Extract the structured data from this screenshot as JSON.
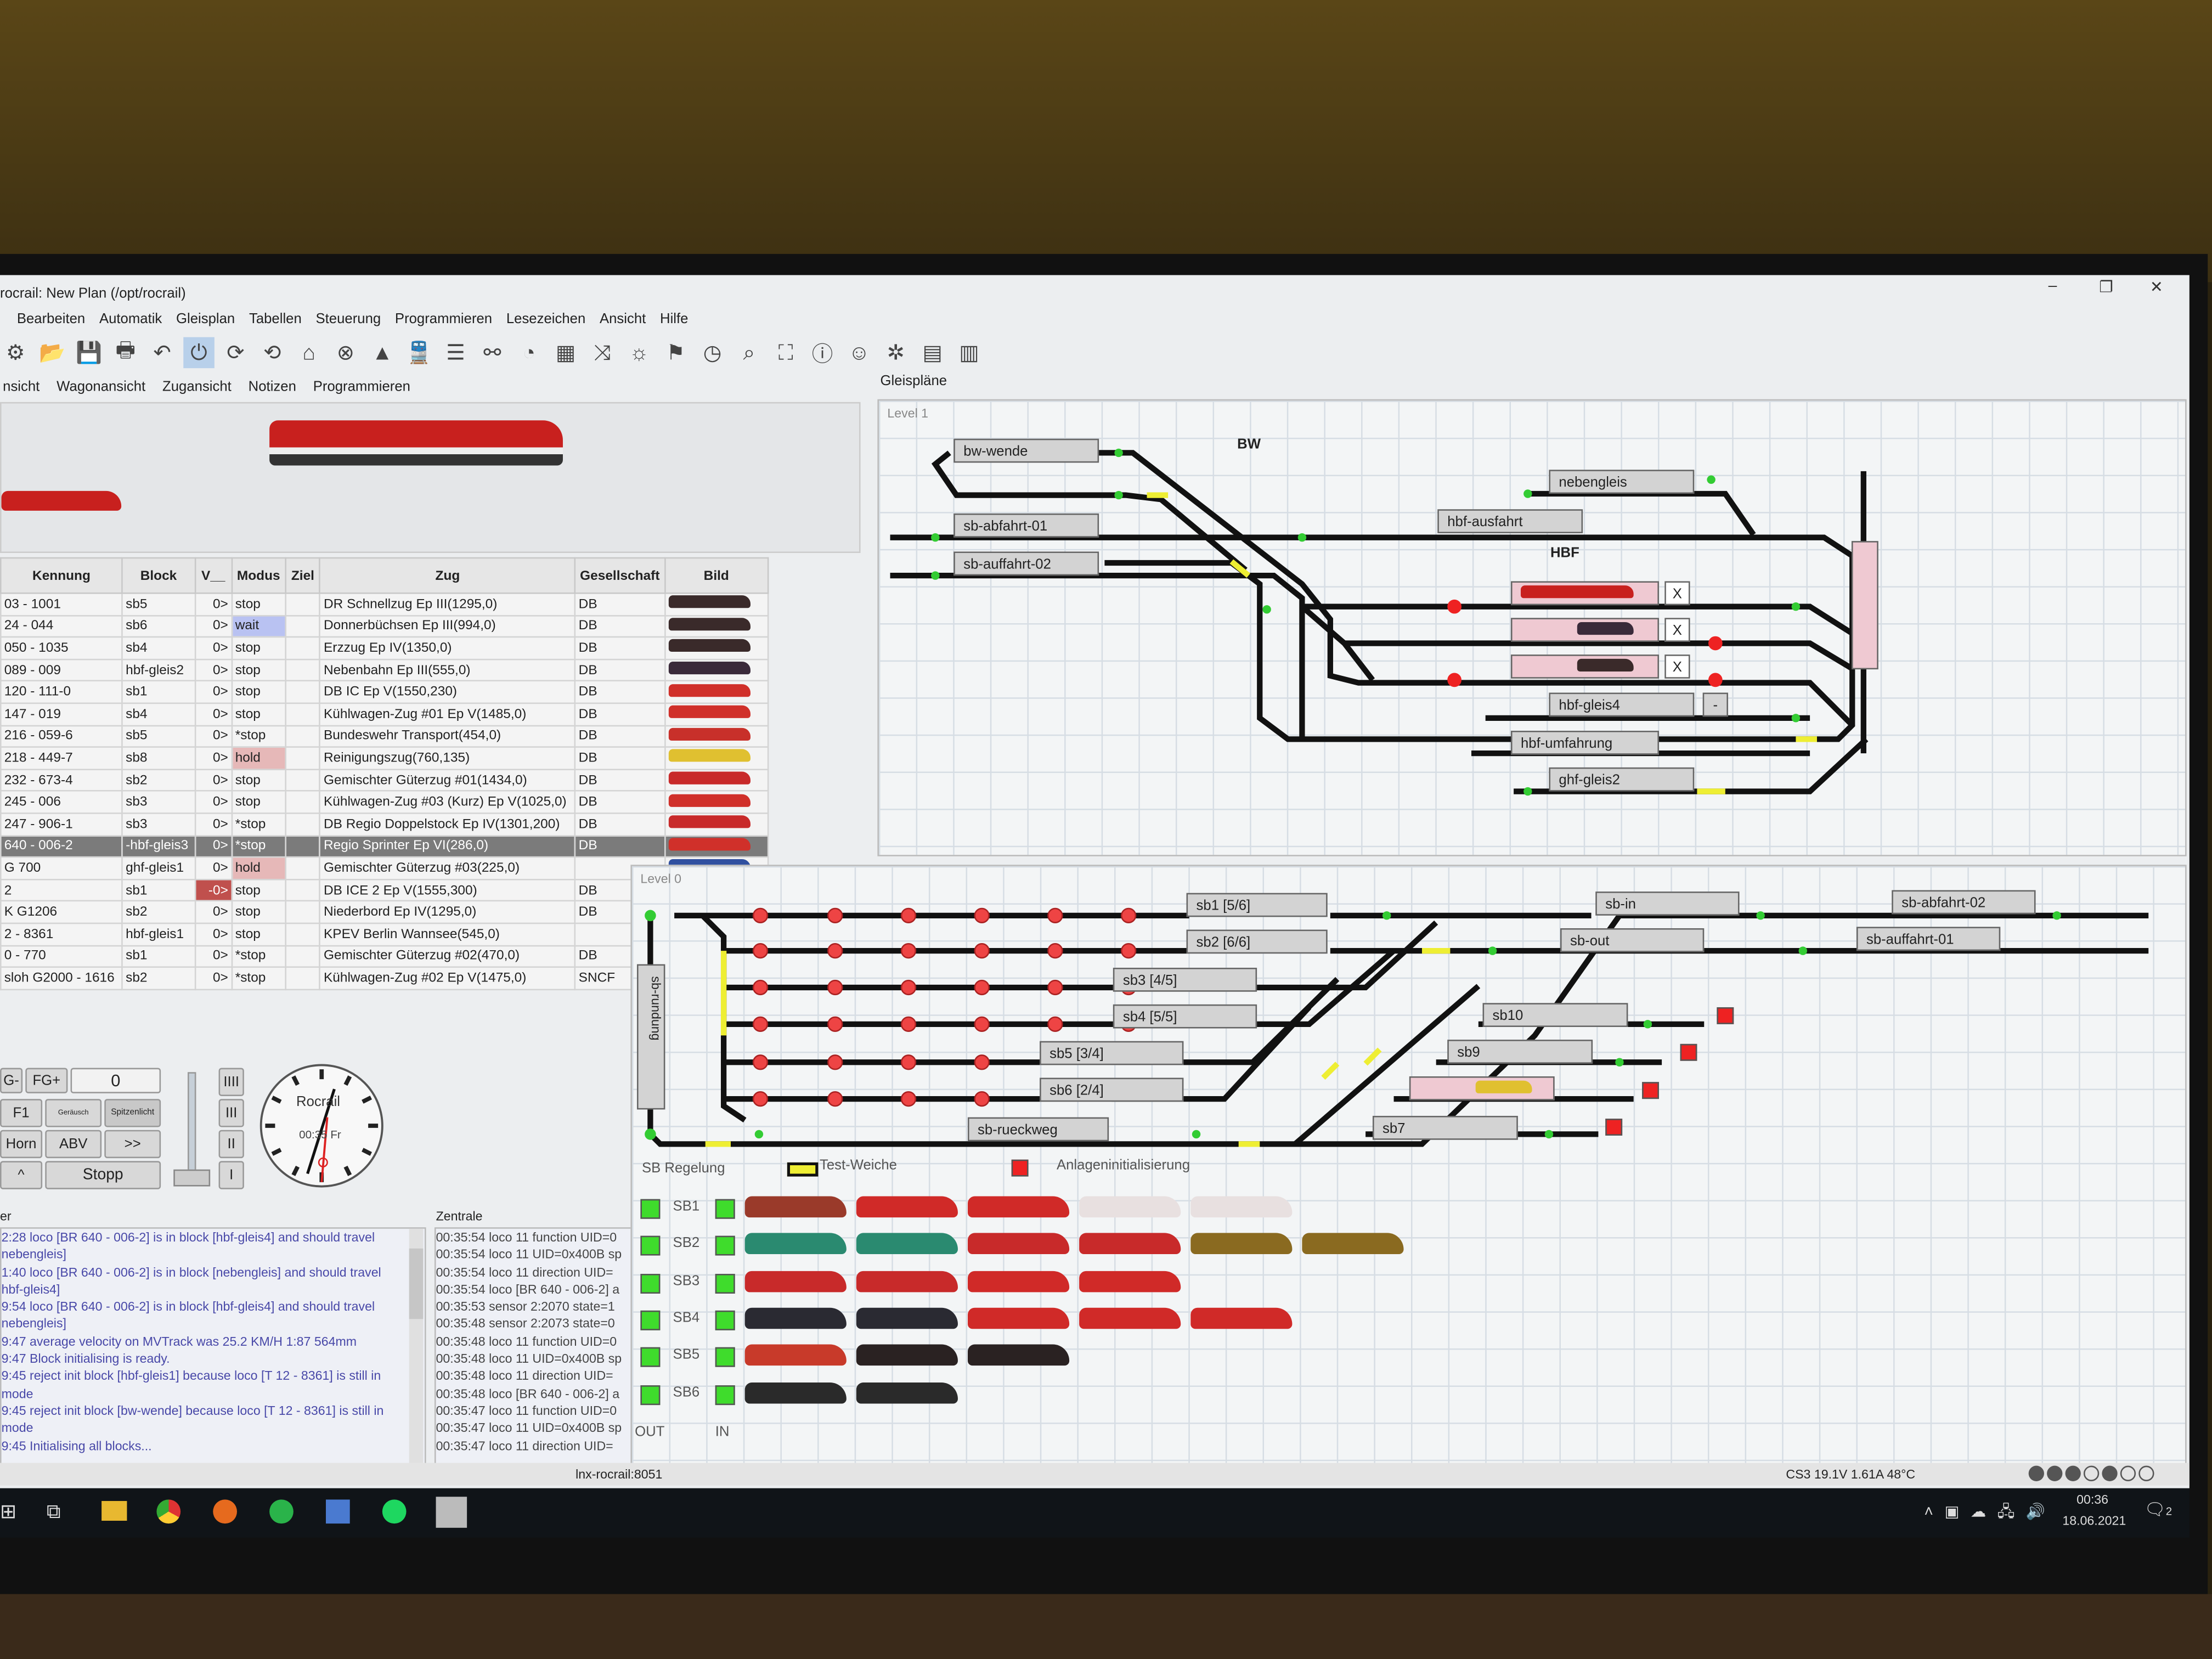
{
  "window": {
    "title": "rocrail: New Plan (/opt/rocrail)",
    "minimize": "–",
    "restore": "❐",
    "close": "✕"
  },
  "menu": [
    "Bearbeiten",
    "Automatik",
    "Gleisplan",
    "Tabellen",
    "Steuerung",
    "Programmieren",
    "Lesezeichen",
    "Ansicht",
    "Hilfe"
  ],
  "toolbar": [
    {
      "icon": "gear-icon",
      "g": "⚙"
    },
    {
      "icon": "open-folder-icon",
      "g": "📂"
    },
    {
      "icon": "save-icon",
      "g": "💾"
    },
    {
      "icon": "print-icon",
      "g": "🖶"
    },
    {
      "icon": "undo-icon",
      "g": "↶"
    },
    {
      "icon": "power-icon",
      "g": "⏻"
    },
    {
      "icon": "rotate-cw-icon",
      "g": "⟳"
    },
    {
      "icon": "rotate-ccw-icon",
      "g": "⟲"
    },
    {
      "icon": "home-icon",
      "g": "⌂"
    },
    {
      "icon": "cancel-icon",
      "g": "⊗"
    },
    {
      "icon": "warning-icon",
      "g": "▲"
    },
    {
      "icon": "locomotive-icon",
      "g": "🚆"
    },
    {
      "icon": "list-icon",
      "g": "☰"
    },
    {
      "icon": "link-icon",
      "g": "⚯"
    },
    {
      "icon": "speedometer-icon",
      "g": "◔"
    },
    {
      "icon": "grid-icon",
      "g": "▦"
    },
    {
      "icon": "shuffle-icon",
      "g": "⤨"
    },
    {
      "icon": "light-icon",
      "g": "☼"
    },
    {
      "icon": "flag-icon",
      "g": "⚑"
    },
    {
      "icon": "clock-icon",
      "g": "◷"
    },
    {
      "icon": "zoom-icon",
      "g": "⌕"
    },
    {
      "icon": "fullscreen-icon",
      "g": "⛶"
    },
    {
      "icon": "info-icon",
      "g": "ⓘ"
    },
    {
      "icon": "user-icon",
      "g": "☺"
    },
    {
      "icon": "bug-icon",
      "g": "✲"
    },
    {
      "icon": "document-icon",
      "g": "▤"
    },
    {
      "icon": "clipboard-icon",
      "g": "▥"
    }
  ],
  "tabs": [
    "nsicht",
    "Wagonansicht",
    "Zugansicht",
    "Notizen",
    "Programmieren"
  ],
  "plan_tab": "Gleispläne",
  "table": {
    "headers": [
      "Kennung",
      "Block",
      "V__",
      "Modus",
      "Ziel",
      "Zug",
      "Gesellschaft",
      "Bild"
    ],
    "rows": [
      [
        "03 - 1001",
        "sb5",
        "0>",
        "stop",
        "",
        "DR Schnellzug Ep III(1295,0)",
        "DB",
        "#3a2a2a"
      ],
      [
        "24 - 044",
        "sb6",
        "0>",
        "wait",
        "",
        "Donnerbüchsen Ep III(994,0)",
        "DB",
        "#3a2a2a"
      ],
      [
        "050 - 1035",
        "sb4",
        "0>",
        "stop",
        "",
        "Erzzug Ep IV(1350,0)",
        "DB",
        "#3a2a2a"
      ],
      [
        "089 - 009",
        "hbf-gleis2",
        "0>",
        "stop",
        "",
        "Nebenbahn Ep III(555,0)",
        "DB",
        "#3a2a3a"
      ],
      [
        "120 - 111-0",
        "sb1",
        "0>",
        "stop",
        "",
        "DB IC Ep V(1550,230)",
        "DB",
        "#d0302a"
      ],
      [
        "147 - 019",
        "sb4",
        "0>",
        "stop",
        "",
        "Kühlwagen-Zug #01 Ep V(1485,0)",
        "DB",
        "#d0302a"
      ],
      [
        "216 - 059-6",
        "sb5",
        "0>",
        "*stop",
        "",
        "Bundeswehr Transport(454,0)",
        "DB",
        "#c8302a"
      ],
      [
        "218 - 449-7",
        "sb8",
        "0>",
        "hold",
        "",
        "Reinigungszug(760,135)",
        "DB",
        "#e0c030"
      ],
      [
        "232 - 673-4",
        "sb2",
        "0>",
        "stop",
        "",
        "Gemischter Güterzug #01(1434,0)",
        "DB",
        "#c82a2a"
      ],
      [
        "245 - 006",
        "sb3",
        "0>",
        "stop",
        "",
        "Kühlwagen-Zug #03 (Kurz) Ep V(1025,0)",
        "DB",
        "#d0302a"
      ],
      [
        "247 - 906-1",
        "sb3",
        "0>",
        "*stop",
        "",
        "DB Regio Doppelstock Ep IV(1301,200)",
        "DB",
        "#c82a2a"
      ],
      [
        "640 - 006-2",
        "-hbf-gleis3",
        "0>",
        "*stop",
        "",
        "Regio Sprinter Ep VI(286,0)",
        "DB",
        "#d0302a"
      ],
      [
        "G 700",
        "ghf-gleis1",
        "0>",
        "hold",
        "",
        "Gemischter Güterzug #03(225,0)",
        "",
        "#3050a0"
      ],
      [
        "2",
        "sb1",
        "-0>",
        "stop",
        "",
        "DB ICE 2 Ep V(1555,300)",
        "DB",
        ""
      ],
      [
        "K G1206",
        "sb2",
        "0>",
        "stop",
        "",
        "Niederbord Ep IV(1295,0)",
        "DB",
        ""
      ],
      [
        "2 - 8361",
        "hbf-gleis1",
        "0>",
        "stop",
        "",
        "KPEV Berlin Wannsee(545,0)",
        "",
        ""
      ],
      [
        "0 - 770",
        "sb1",
        "0>",
        "*stop",
        "",
        "Gemischter Güterzug #02(470,0)",
        "DB",
        ""
      ],
      [
        "sloh G2000 - 1616",
        "sb2",
        "0>",
        "*stop",
        "",
        "Kühlwagen-Zug #02 Ep V(1475,0)",
        "SNCF",
        ""
      ]
    ]
  },
  "controls": {
    "fg_minus": "G-",
    "fg_plus": "FG+",
    "speed": "0",
    "f1": "F1",
    "geraeusch": "Geräusch",
    "spitzenlicht": "Spitzenlicht",
    "horn": "Horn",
    "abv": "ABV",
    "forward": ">>",
    "up": "^",
    "stop": "Stopp",
    "steps": [
      "IIII",
      "III",
      "II",
      "I"
    ],
    "clock_brand": "Rocrail",
    "clock_time": "00:35 Fr",
    "speed_value": 0
  },
  "log": {
    "title": "er",
    "lines": [
      "2:28 loco [BR 640 - 006-2] is in block [hbf-gleis4] and should travel",
      "nebengleis]",
      "1:40 loco [BR 640 - 006-2] is in block [nebengleis] and should travel",
      "hbf-gleis4]",
      "9:54 loco [BR 640 - 006-2] is in block [hbf-gleis4] and should travel",
      "nebengleis]",
      "9:47 average velocity on MVTrack was 25.2 KM/H 1:87 564mm",
      "9:47 Block initialising is ready.",
      "9:45 reject init block [hbf-gleis1] because loco [T 12 - 8361] is still in",
      "mode",
      "9:45 reject init block [bw-wende] because loco [T 12 - 8361] is still in",
      "mode",
      "9:45 Initialising all blocks..."
    ]
  },
  "zentrale": {
    "title": "Zentrale",
    "lines": [
      "00:35:54 loco 11 function UID=0",
      "00:35:54 loco 11 UID=0x400B sp",
      "00:35:54 loco 11 direction UID=",
      "00:35:54 loco [BR 640 - 006-2] a",
      "00:35:53 sensor 2:2070 state=1",
      "00:35:48 sensor 2:2073 state=0",
      "00:35:48 loco 11 function UID=0",
      "00:35:48 loco 11 UID=0x400B sp",
      "00:35:48 loco 11 direction UID=",
      "00:35:48 loco [BR 640 - 006-2] a",
      "00:35:47 loco 11 function UID=0",
      "00:35:47 loco 11 UID=0x400B sp",
      "00:35:47 loco 11 direction UID="
    ]
  },
  "level1": {
    "label": "Level 1",
    "bw": "BW",
    "hbf": "HBF",
    "blocks": {
      "bw_wende": "bw-wende",
      "sb_abfahrt_01": "sb-abfahrt-01",
      "sb_auffahrt_02": "sb-auffahrt-02",
      "nebengleis": "nebengleis",
      "hbf_ausfahrt": "hbf-ausfahrt",
      "hbf_gleis4": "hbf-gleis4",
      "hbf_umfahrung": "hbf-umfahrung",
      "ghf_gleis2": "ghf-gleis2",
      "x": "X",
      "dash": "-"
    }
  },
  "level0": {
    "label": "Level 0",
    "blocks": {
      "sb1": "sb1 [5/6]",
      "sb2": "sb2 [6/6]",
      "sb3": "sb3 [4/5]",
      "sb4": "sb4 [5/5]",
      "sb5": "sb5 [3/4]",
      "sb6": "sb6 [2/4]",
      "sb_rueckweg": "sb-rueckweg",
      "sb_rundung": "sb-rundung",
      "sb_in": "sb-in",
      "sb_out": "sb-out",
      "sb_abfahrt_02": "sb-abfahrt-02",
      "sb_auffahrt_01": "sb-auffahrt-01",
      "sb10": "sb10",
      "sb9": "sb9",
      "sb7": "sb7"
    }
  },
  "sb_panel": {
    "regelung": "SB Regelung",
    "test_weiche": "Test-Weiche",
    "init": "Anlageninitialisierung",
    "rows": [
      "SB1",
      "SB2",
      "SB3",
      "SB4",
      "SB5",
      "SB6"
    ],
    "out": "OUT",
    "in": "IN",
    "trains": [
      [
        "#9a3a2a",
        "#d02a28",
        "#d02a28",
        "#e8e0e0",
        "#e8e0e0"
      ],
      [
        "#2a8a70",
        "#2a8a70",
        "#c82a2a",
        "#c82a2a",
        "#8a6a20",
        "#8a6a20"
      ],
      [
        "#c82a2a",
        "#c82a2a",
        "#d02a28",
        "#d02a28"
      ],
      [
        "#2a2a32",
        "#2a2a32",
        "#d02a28",
        "#d02a28",
        "#d02a28"
      ],
      [
        "#c83a2a",
        "#2a2222",
        "#2a2222"
      ],
      [
        "#2a2a2a",
        "#2a2a2a"
      ]
    ]
  },
  "status": {
    "host": "lnx-rocrail:8051",
    "cs": "CS3 19.1V 1.61A 48°C"
  },
  "taskbar": {
    "time": "00:36",
    "date": "18.06.2021",
    "notifications": "2"
  }
}
